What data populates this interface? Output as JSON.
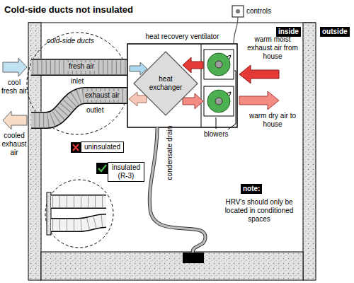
{
  "diagram": {
    "title": "Cold-side ducts not insulated",
    "nodes": [
      {
        "text": [
          "heat recovery ventilator"
        ]
      },
      {
        "text": [
          "heat exchanger"
        ],
        "in": 0
      },
      {
        "text": [
          "uninsulated"
        ]
      },
      {
        "text": [
          "insulated (R-3)"
        ]
      },
      {
        "text": [
          "note:"
        ]
      },
      {
        "text": [
          "inside"
        ]
      },
      {
        "text": [
          "outside"
        ]
      }
    ],
    "labels": [
      "controls",
      "cold-side ducts",
      "fresh air",
      "inlet",
      "exhaust air",
      "outlet",
      "warm moist exhaust air from house",
      "blowers",
      "warm dry air to house",
      "cool fresh air",
      "cooled exhaust air",
      "condensate drain",
      "HRV's should only be located in conditioned spaces"
    ]
  }
}
